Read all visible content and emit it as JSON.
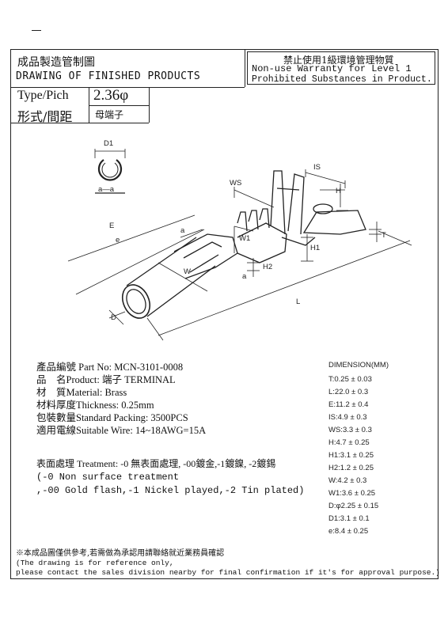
{
  "header": {
    "title_cn": "成品製造管制圖",
    "title_en": "DRAWING OF FINISHED PRODUCTS",
    "warranty_cn": "禁止使用1級環境管理物質",
    "warranty_en_1": "Non-use Warranty for Level 1",
    "warranty_en_2": "Prohibited Substances in Product."
  },
  "type_box": {
    "type_label_en": "Type/Pich",
    "type_label_cn": "形式/間距",
    "pitch_value": "2.36φ",
    "type_value": "母端子"
  },
  "drawing": {
    "labels": {
      "d1": "D1",
      "section": "a—a",
      "is": "IS",
      "ws": "WS",
      "h": "H",
      "t": "T",
      "e_big": "E",
      "e_small": "e",
      "a_top": "a",
      "w1": "W1",
      "h1": "H1",
      "w": "W",
      "h2": "H2",
      "a_bottom": "a",
      "l": "L",
      "d": "D"
    }
  },
  "specs": {
    "part_no": "產品編號 Part No: MCN-3101-0008",
    "product": "品　名Product: 端子 TERMINAL",
    "material": "材　質Material: Brass",
    "thickness": "材料厚度Thickness: 0.25mm",
    "packing": "包裝數量Standard Packing: 3500PCS",
    "wire": "適用電線Suitable Wire: 14~18AWG=15A",
    "treatment": "表面處理 Treatment: -0 無表面處理, -00鍍金,-1鍍鎳, -2鍍錫",
    "treatment_line2": "(-0 Non surface treatment",
    "treatment_line3": ",-00 Gold flash,-1 Nickel played,-2 Tin plated)"
  },
  "dimensions": {
    "title": "DIMENSION(MM)",
    "rows": [
      "T:0.25 ± 0.03",
      "L:22.0 ± 0.3",
      "E:11.2 ± 0.4",
      "IS:4.9 ± 0.3",
      "WS:3.3 ± 0.3",
      "H:4.7 ± 0.25",
      "H1:3.1 ± 0.25",
      "H2:1.2 ± 0.25",
      "W:4.2 ± 0.3",
      "W1:3.6 ± 0.25",
      "D:φ2.25 ± 0.15",
      "D1:3.1 ± 0.1",
      "e:8.4 ± 0.25"
    ]
  },
  "footer": {
    "note_cn": "※本成品圖僅供參考,若需做為承認用請聯絡就近業務員確認",
    "note_en_1": "(The drawing is for reference only,",
    "note_en_2": "please contact the sales division nearby for final confirmation if it's for approval purpose.)"
  }
}
